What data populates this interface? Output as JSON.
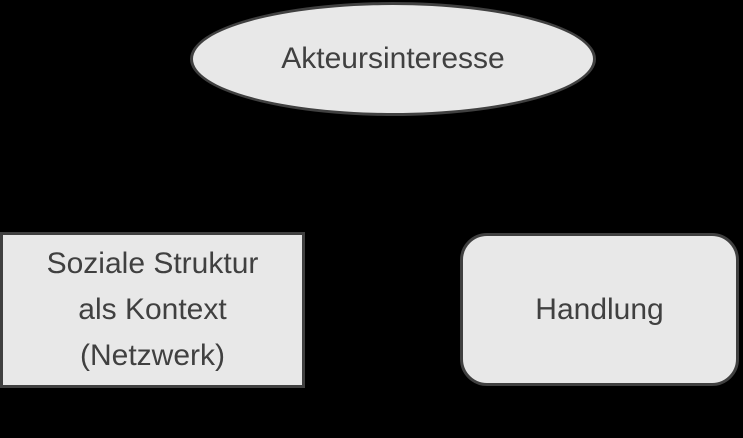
{
  "colors": {
    "background": "#000000",
    "shape_fill": "#e8e8e8",
    "shape_border": "#404040",
    "text": "#404040"
  },
  "nodes": {
    "ellipse": {
      "label": "Akteursinteresse"
    },
    "left_box": {
      "lines": [
        "Soziale Struktur",
        "als Kontext",
        "(Netzwerk)"
      ]
    },
    "right_box": {
      "label": "Handlung"
    }
  }
}
